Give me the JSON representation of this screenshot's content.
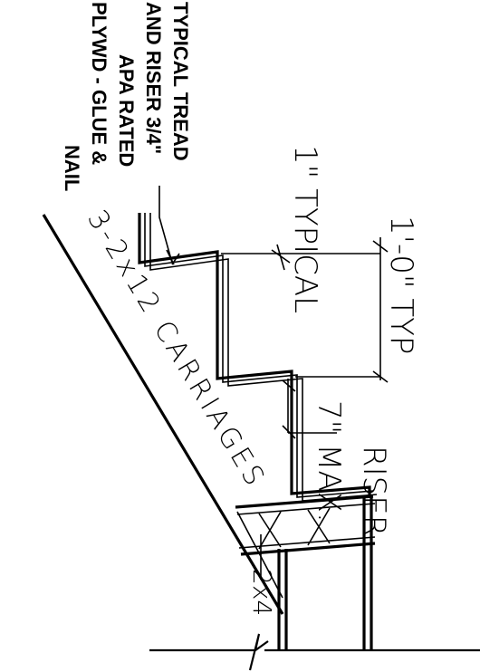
{
  "notes": {
    "tread_riser_lines": [
      "TYPICAL TREAD",
      "AND RISER 3/4\"",
      "APA RATED",
      "PLYWD - GLUE &",
      "NAIL"
    ],
    "carriages": "3-2x12 CARRIAGES",
    "tread_depth_1": "1'-0\" TYP",
    "riser_height_1": "7\" MAX.",
    "riser_height_2": "RISER",
    "nosing_1": "1\" TYPICAL",
    "post": "2x4"
  },
  "colors": {
    "ink": "#000000",
    "paper": "#ffffff"
  }
}
